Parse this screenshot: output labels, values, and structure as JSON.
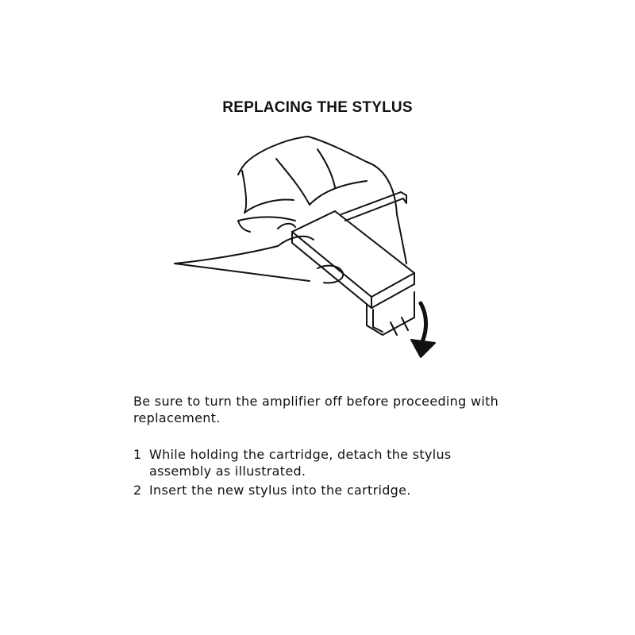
{
  "title": "REPLACING THE STYLUS",
  "illustration": {
    "icon": "hand-removing-stylus-illustration"
  },
  "intro": "Be sure to turn the amplifier off before proceeding with replacement.",
  "steps": [
    {
      "number": "1",
      "text": "While holding the cartridge, detach the stylus assembly as illustrated."
    },
    {
      "number": "2",
      "text": "Insert the new stylus into the cartridge."
    }
  ]
}
